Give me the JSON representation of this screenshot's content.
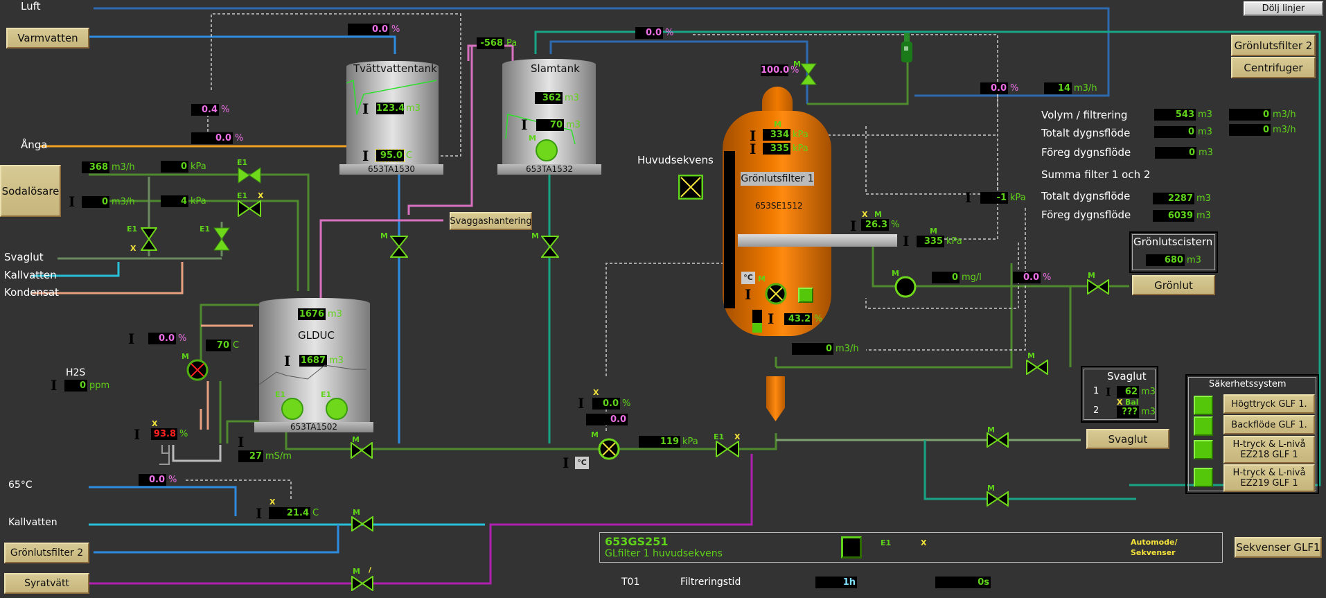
{
  "window": {
    "title": "Grönlutsfilter 1 – processbild"
  },
  "header_buttons": {
    "hide_lines": "Dölj linjer"
  },
  "nav_buttons": {
    "varmvatten": "Varmvatten",
    "sodalosare": "Sodalösare",
    "gronlutsfilter2_top": "Grönlutsfilter 2",
    "centrifuger": "Centrifuger",
    "svaggashantering": "Svaggashantering",
    "gronlut": "Grönlut",
    "svaglut": "Svaglut",
    "gronlutsfilter2_bottom": "Grönlutsfilter 2",
    "syratvatt": "Syratvätt",
    "sekvenser_glf1": "Sekvenser GLF1"
  },
  "line_labels": {
    "luft": "Luft",
    "anga": "Ånga",
    "svaglut": "Svaglut",
    "kallvatten_top": "Kallvatten",
    "kondensat": "Kondensat",
    "h2s": "H2S",
    "temp65": "65°C",
    "kallvatten_bottom": "Kallvatten",
    "huvudsekvens": "Huvudsekvens"
  },
  "tanks": {
    "tvattvatten": {
      "title": "Tvättvattentank",
      "id": "653TA1530",
      "level": {
        "value": "123.4",
        "unit": "m3"
      },
      "temp": {
        "value": "95.0",
        "unit": "C"
      }
    },
    "slamtank": {
      "title": "Slamtank",
      "id": "653TA1532",
      "volume": {
        "value": "362",
        "unit": "m3"
      },
      "level": {
        "value": "70",
        "unit": "m3"
      }
    },
    "glduc": {
      "title": "GLDUC",
      "id": "653TA1502",
      "top": {
        "value": "1676",
        "unit": "m3"
      },
      "level": {
        "value": "1687",
        "unit": "m3"
      }
    }
  },
  "filter": {
    "title": "Grönlutsfilter 1",
    "id": "653SE1512",
    "pressure1": {
      "value": "334",
      "unit": "kPa"
    },
    "pressure2": {
      "value": "335",
      "unit": "kPa"
    },
    "level": {
      "value": "43.2",
      "unit": "%"
    },
    "outlet_valve": {
      "value": "26.3",
      "unit": "%"
    },
    "outlet_pressure": {
      "value": "335",
      "unit": "kPa"
    },
    "dp": {
      "value": "-1",
      "unit": "kPa"
    }
  },
  "values": {
    "varmvatten_pct": {
      "value": "0.0",
      "unit": "%"
    },
    "tvatt_pressure": {
      "value": "-568",
      "unit": "Pa"
    },
    "anga_pct1": {
      "value": "0.4",
      "unit": "%"
    },
    "anga_pct2": {
      "value": "0.0",
      "unit": "%"
    },
    "soda_flow1": {
      "value": "368",
      "unit": "m3/h"
    },
    "soda_press1": {
      "value": "0",
      "unit": "kPa"
    },
    "soda_flow2": {
      "value": "0",
      "unit": "m3/h"
    },
    "soda_press2": {
      "value": "4",
      "unit": "kPa"
    },
    "slam_pct": {
      "value": "0.0",
      "unit": "%"
    },
    "valve_top_pct": {
      "value": "100.0",
      "unit": "%"
    },
    "return_pct": {
      "value": "0.0",
      "unit": "%"
    },
    "return_flow": {
      "value": "14",
      "unit": "m3/h"
    },
    "glduc_pct": {
      "value": "0.0",
      "unit": "%"
    },
    "glduc_temp": {
      "value": "70",
      "unit": "C"
    },
    "h2s": {
      "value": "0",
      "unit": "ppm"
    },
    "density": {
      "value": "93.8",
      "unit": "%"
    },
    "conductivity": {
      "value": "27",
      "unit": "mS/m"
    },
    "pump_ctrl_pct": {
      "value": "0.0",
      "unit": "%"
    },
    "pump_ctrl_sp": {
      "value": "0.0",
      "unit": ""
    },
    "pump_press": {
      "value": "119",
      "unit": "kPa"
    },
    "wash_flow": {
      "value": "0",
      "unit": "m3/h"
    },
    "conc": {
      "value": "0",
      "unit": "mg/l"
    },
    "gronlut_pct": {
      "value": "0.0",
      "unit": "%"
    },
    "cold_pct": {
      "value": "0.0",
      "unit": "%"
    },
    "cold_temp": {
      "value": "21.4",
      "unit": "C"
    }
  },
  "stats": {
    "rows": [
      {
        "label": "Volym / filtrering",
        "value": "543",
        "unit": "m3",
        "value2": "0",
        "unit2": "m3/h"
      },
      {
        "label": "Totalt dygnsflöde",
        "value": "0",
        "unit": "m3",
        "value2": "0",
        "unit2": "m3/h"
      },
      {
        "label": "Föreg dygnsflöde",
        "value": "0",
        "unit": "m3"
      }
    ],
    "sum_title": "Summa filter 1 och 2",
    "sum_rows": [
      {
        "label": "Totalt dygnsflöde",
        "value": "2287",
        "unit": "m3"
      },
      {
        "label": "Föreg dygnsflöde",
        "value": "6039",
        "unit": "m3"
      }
    ]
  },
  "cistern": {
    "title": "Grönlutscistern",
    "value": "680",
    "unit": "m3"
  },
  "svaglut_panel": {
    "title": "Svaglut",
    "row1_label": "1",
    "row1_value": "62",
    "row2_label": "2",
    "row2_value": "???",
    "unit": "m3",
    "bal_x": "X",
    "bal": "Bal"
  },
  "safety": {
    "title": "Säkerhetssystem",
    "items": [
      "Högttryck GLF 1.",
      "Backflöde GLF 1.",
      "H-tryck & L-nivå EZ218 GLF 1",
      "H-tryck & L-nivå EZ219 GLF 1"
    ]
  },
  "sequence": {
    "code": "653GS251",
    "name": "GLfilter 1 huvudsekvens",
    "e1": "E1",
    "x": "X",
    "mode": "Automode/ Sekvenser"
  },
  "timer": {
    "id": "T01",
    "label": "Filtreringstid",
    "set": "1h",
    "actual": "0s"
  },
  "tags": {
    "M": "M",
    "E1": "E1",
    "X": "X",
    "degC": "°C",
    "slash": "/"
  },
  "colors": {
    "background": "#333333",
    "value_green": "#5fd319",
    "value_pink": "#ee6fe6",
    "filter_orange": "#f07a00",
    "pipe_green": "#4f8a2f",
    "pipe_blue": "#2d7dc8",
    "pipe_pink": "#d872c0",
    "pipe_teal": "#1aa486"
  }
}
